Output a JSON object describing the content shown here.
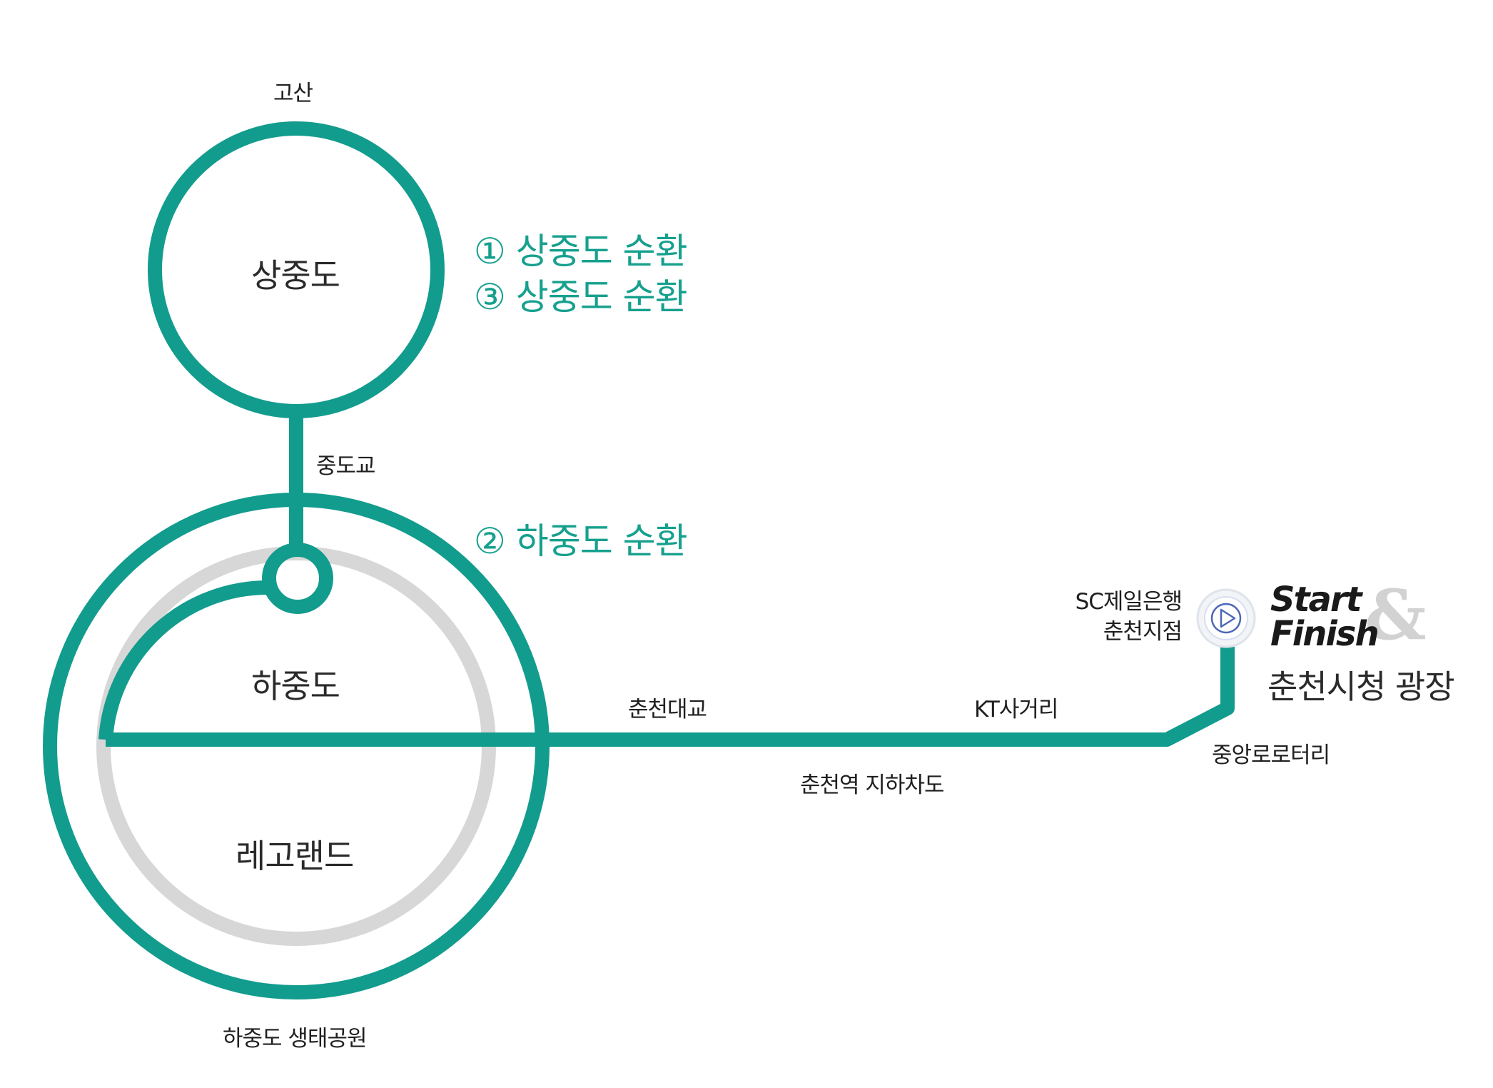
{
  "colors": {
    "route": "#129c8d",
    "inactive": "#d7d7d7",
    "text": "#1f1f1f",
    "loop_text": "#16a08e"
  },
  "loops": [
    "① 상중도 순환",
    "③ 상중도 순환",
    "② 하중도 순환"
  ],
  "places": {
    "sangjungdo": "상중도",
    "hajungdo": "하중도",
    "legoland": "레고랜드"
  },
  "points": {
    "gosan": "고산",
    "jungdogyo": "중도교",
    "ecopark": "하중도 생태공원",
    "chuncheon_bridge": "춘천대교",
    "kt_crossroad": "KT사거리",
    "station_underpass": "춘천역 지하차도",
    "rotary": "중앙로로터리",
    "sc_bank_line1": "SC제일은행",
    "sc_bank_line2": "춘천지점"
  },
  "start_finish": {
    "start": "Start",
    "finish": "Finish",
    "amp": "&",
    "venue": "춘천시청 광장",
    "icon": "play-icon"
  }
}
